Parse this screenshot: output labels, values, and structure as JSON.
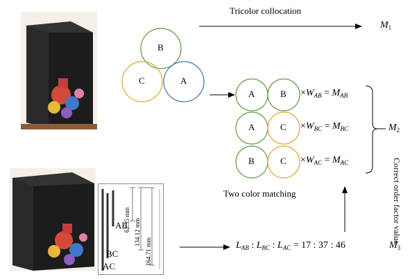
{
  "top_caption": "Tricolor collocation",
  "labels": {
    "m1_main": "M",
    "m1_sub": "1",
    "m2_main": "M",
    "m2_sub": "2",
    "m3_main": "M",
    "m3_sub": "3"
  },
  "triad": {
    "top": "B",
    "left": "C",
    "right": "A"
  },
  "pairs": [
    {
      "first": "A",
      "second": "B",
      "weight": "W",
      "weight_sub": "AB",
      "result": "M",
      "result_sub": "AB"
    },
    {
      "first": "A",
      "second": "C",
      "weight": "W",
      "weight_sub": "BC",
      "result": "M",
      "result_sub": "BC"
    },
    {
      "first": "B",
      "second": "C",
      "weight": "W",
      "weight_sub": "AC",
      "result": "M",
      "result_sub": "AC"
    }
  ],
  "two_color_caption": "Two color matching",
  "vertical_caption": "Correct order factor value",
  "ratio": {
    "l1": "L",
    "l1_sub": "AB",
    "l2": "L",
    "l2_sub": "BC",
    "l3": "L",
    "l3_sub": "AC",
    "values": "= 17 : 37 : 46"
  },
  "ruler": {
    "ab_label": "AB",
    "bc_label": "BC",
    "ac_label": "AC",
    "m1": "62.35 mm",
    "m2": "134.12 mm",
    "m3": "164.71 mm"
  },
  "colors": {
    "green": "#5a9a3a",
    "yellow": "#d8a62a",
    "blue": "#3a6fb0",
    "box_dark": "#1c1c1c"
  }
}
